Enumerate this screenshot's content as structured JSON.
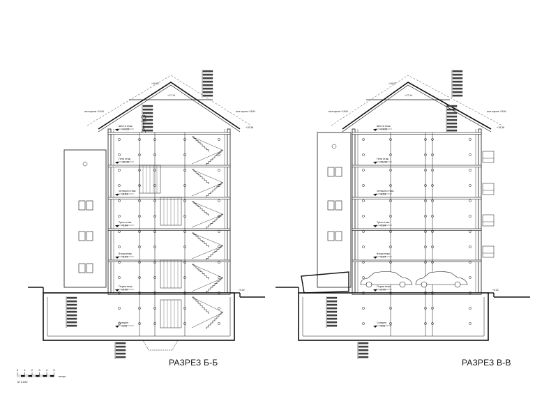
{
  "sections": [
    {
      "id": "b",
      "title": "РАЗРЕЗ Б-Б"
    },
    {
      "id": "v",
      "title": "РАЗРЕЗ В-В"
    }
  ],
  "floors": [
    {
      "label": "Шести етаж",
      "level": "+14.24"
    },
    {
      "label": "Пети етаж",
      "level": "+11.44"
    },
    {
      "label": "Четвърти етаж",
      "level": "+8.64"
    },
    {
      "label": "Трети етаж",
      "level": "+5.84"
    },
    {
      "label": "Втори етаж",
      "level": "+3.04"
    },
    {
      "label": "Първи етаж",
      "level": "±0.00"
    },
    {
      "label": "Сутерен",
      "level": "-3.21"
    }
  ],
  "roof_levels": {
    "ridge": "+18.07",
    "roof_slab": "+17.14",
    "cornice": "кота корниз +15.64",
    "eave": "+15.38",
    "ground_right": "+0.02"
  },
  "scale_bar": {
    "ticks": [
      "0",
      "1",
      "2",
      "3",
      "4",
      "5"
    ],
    "unit": "метри",
    "scale": "M 1:100"
  },
  "colors": {
    "line": "#111111",
    "background": "#ffffff"
  }
}
